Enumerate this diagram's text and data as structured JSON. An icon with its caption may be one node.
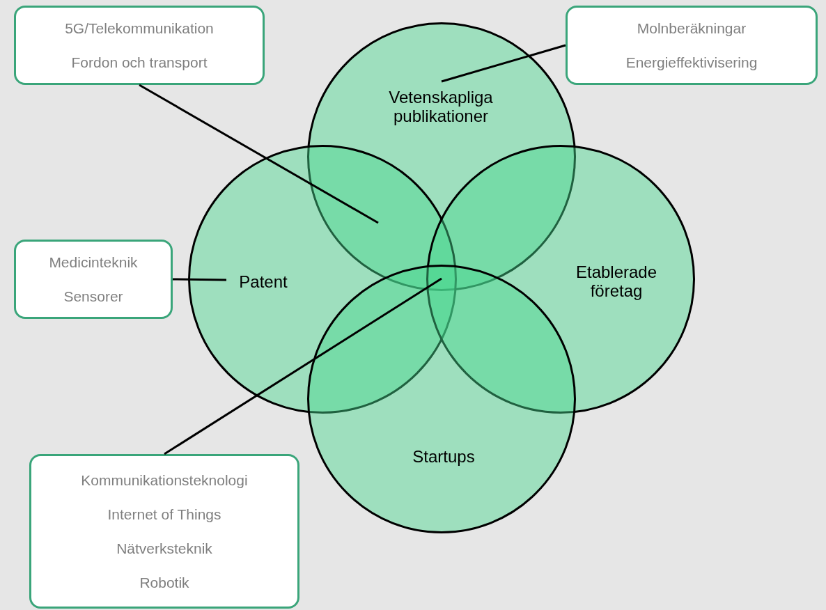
{
  "diagram": {
    "nodes": [
      {
        "text": [
          "Vetenskapliga publikationer"
        ]
      },
      {
        "text": [
          "Patent"
        ]
      },
      {
        "text": [
          "Etablerade företag"
        ]
      },
      {
        "text": [
          "Startups"
        ]
      },
      {
        "text": [
          "5G/Telekommunikation",
          "Fordon och transport"
        ]
      },
      {
        "text": [
          "Molnberäkningar",
          "Energieffektivisering"
        ]
      },
      {
        "text": [
          "Medicinteknik",
          "Sensorer"
        ]
      },
      {
        "text": [
          "Kommunikationsteknologi",
          "Internet of Things",
          "Nätverksteknik",
          "Robotik"
        ]
      }
    ],
    "edges": [
      {
        "from": 4,
        "to": 0,
        "arrow": "none"
      },
      {
        "from": 5,
        "to": 0,
        "arrow": "none"
      },
      {
        "from": 6,
        "to": 1,
        "arrow": "none"
      },
      {
        "from": 7,
        "to": 0,
        "arrow": "none"
      }
    ]
  }
}
